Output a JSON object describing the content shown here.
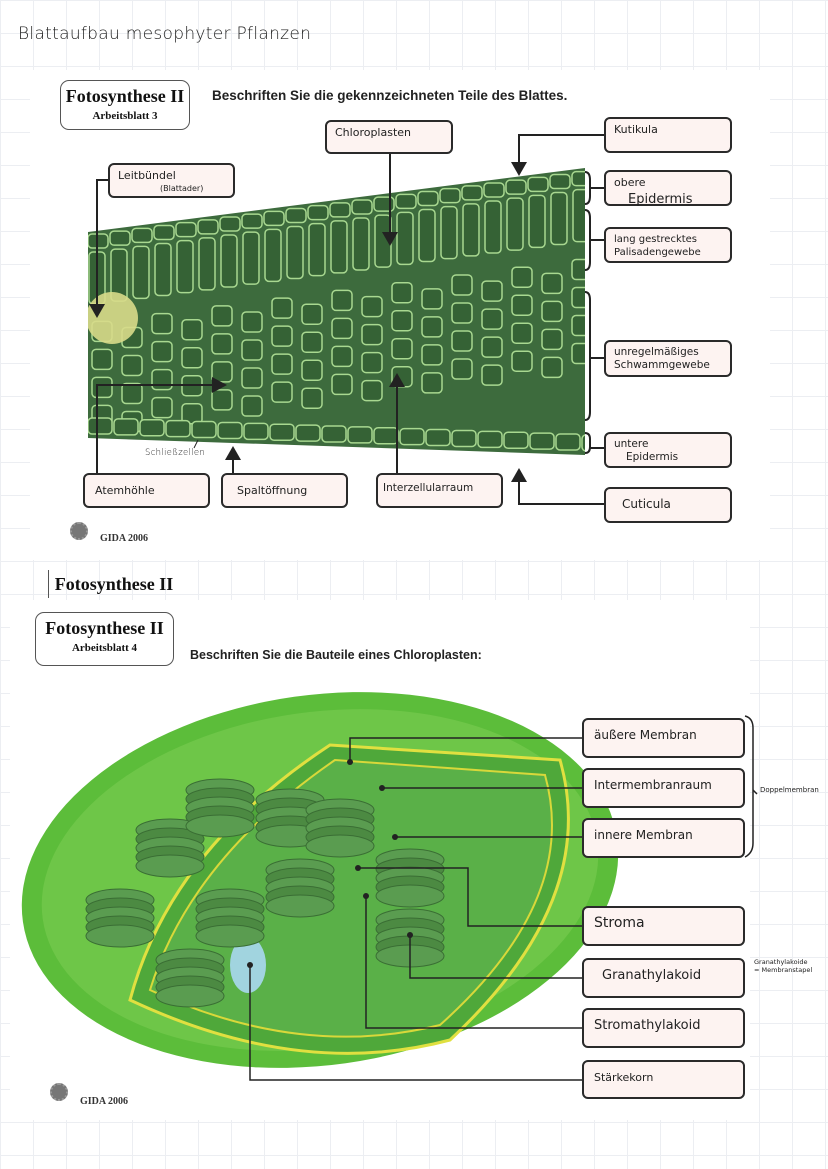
{
  "page_title": "Blattaufbau mesophyter Pflanzen",
  "sheet1": {
    "header_title": "Fotosynthese II",
    "header_subtitle": "Arbeitsblatt 3",
    "instruction": "Beschriften Sie die gekennzeichneten Teile des Blattes.",
    "labels": {
      "chloroplasten": "Chloroplasten",
      "kutikula": "Kutikula",
      "obere_epidermis_1": "obere",
      "obere_epidermis_2": "Epidermis",
      "palisaden_1": "lang gestrecktes",
      "palisaden_2": "Palisadengewebe",
      "schwamm_1": "unregelmäßiges",
      "schwamm_2": "Schwammgewebe",
      "untere_epidermis_1": "untere",
      "untere_epidermis_2": "Epidermis",
      "cuticula": "Cuticula",
      "leitbuendel_1": "Leitbündel",
      "leitbuendel_2": "(Blattader)",
      "atemhoehle": "Atemhöhle",
      "spaltoeffnung": "Spaltöffnung",
      "interzellularraum": "Interzellularraum",
      "schliesszellen": "Schließzellen"
    },
    "copyright": "GIDA 2006"
  },
  "extra_header": "Fotosynthese II",
  "sheet2": {
    "header_title": "Fotosynthese II",
    "header_subtitle": "Arbeitsblatt 4",
    "instruction": "Beschriften Sie die Bauteile eines Chloroplasten:",
    "labels": {
      "aeussere_membran": "äußere Membran",
      "intermembranraum": "Intermembranraum",
      "innere_membran": "innere Membran",
      "stroma": "Stroma",
      "granathylakoid": "Granathylakoid",
      "stromathylakoid": "Stromathylakoid",
      "staerkekorn": "Stärkekorn"
    },
    "doppelmembran": "Doppelmembran",
    "grana_note_1": "Granathylakoide",
    "grana_note_2": "= Membranstapel",
    "copyright": "GIDA 2006"
  },
  "colors": {
    "leaf": "#3d6b3d",
    "cell_wall": "#a8d890",
    "vascular": "#d8dc8a",
    "chloroplast": "#5cbd3a",
    "label_bg": "#fdf3f1"
  }
}
